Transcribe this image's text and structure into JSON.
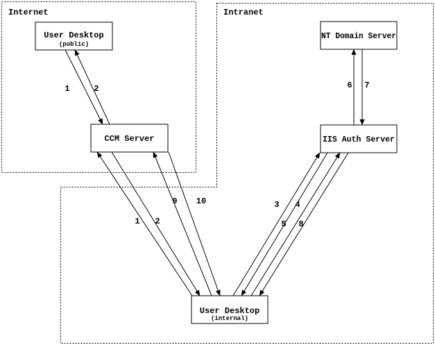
{
  "zones": {
    "internet": {
      "label": "Internet"
    },
    "intranet": {
      "label": "Intranet"
    }
  },
  "nodes": {
    "user_desktop_public": {
      "title": "User Desktop",
      "subtitle": "(public)"
    },
    "ccm_server": {
      "title": "CCM Server"
    },
    "nt_domain_server": {
      "title": "NT Domain Server"
    },
    "iis_auth_server": {
      "title": "IIS Auth Server"
    },
    "user_desktop_internal": {
      "title": "User Desktop",
      "subtitle": "(internal)"
    }
  },
  "flows": {
    "desktop_public_to_ccm": {
      "label": "1"
    },
    "ccm_to_desktop_public": {
      "label": "2"
    },
    "desktop_internal_to_ccm": {
      "label": "1"
    },
    "ccm_to_desktop_internal": {
      "label": "2"
    },
    "desktop_internal_to_ccm_9": {
      "label": "9"
    },
    "ccm_to_desktop_internal_10": {
      "label": "10"
    },
    "desktop_internal_to_iis_3": {
      "label": "3"
    },
    "iis_to_desktop_internal_4": {
      "label": "4"
    },
    "desktop_internal_to_iis_5": {
      "label": "5"
    },
    "iis_to_desktop_internal_8": {
      "label": "8"
    },
    "iis_to_nt_domain": {
      "label": "6"
    },
    "nt_domain_to_iis": {
      "label": "7"
    }
  },
  "colors": {
    "line": "#000000",
    "background": "#ffffff"
  }
}
